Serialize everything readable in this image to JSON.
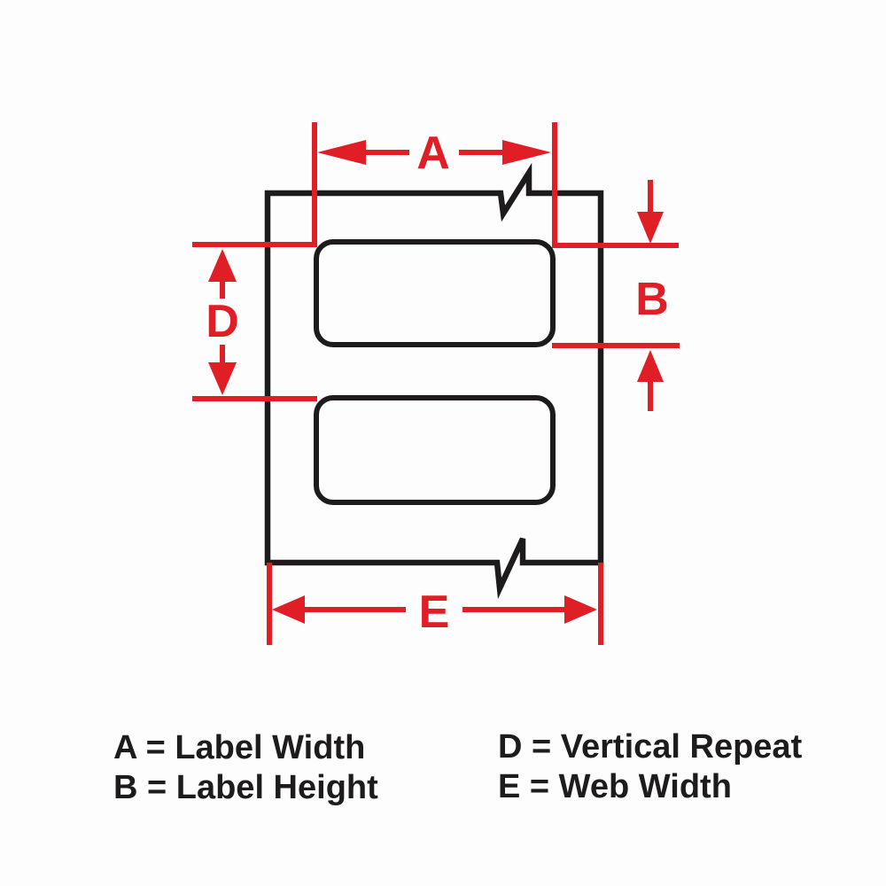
{
  "diagram": {
    "type": "label-web-dimension-drawing",
    "colors": {
      "dimension_red": "#e01e26",
      "line_black": "#1d1b1b",
      "background": "#fdfdfd"
    },
    "dimensions": {
      "a": {
        "letter": "A",
        "meaning": "Label Width"
      },
      "b": {
        "letter": "B",
        "meaning": "Label Height"
      },
      "d": {
        "letter": "D",
        "meaning": "Vertical Repeat"
      },
      "e": {
        "letter": "E",
        "meaning": "Web Width"
      }
    },
    "legend": {
      "items": [
        {
          "text": "A = Label Width"
        },
        {
          "text": "B = Label Height"
        },
        {
          "text": "D = Vertical Repeat"
        },
        {
          "text": "E = Web Width"
        }
      ]
    }
  }
}
